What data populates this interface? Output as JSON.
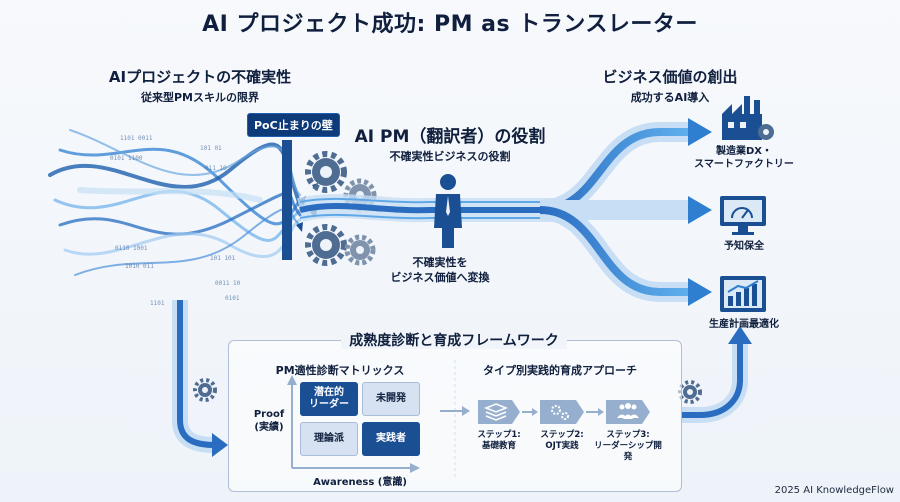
{
  "title": "AI プロジェクト成功: PM as トランスレーター",
  "left": {
    "heading": "AIプロジェクトの不確実性",
    "sub": "従来型PMスキルの限界"
  },
  "right": {
    "heading": "ビジネス価値の創出",
    "sub": "成功するAI導入"
  },
  "poc_wall": "PoC止まりの壁",
  "pm": {
    "title": "AI PM（翻訳者）の役割",
    "sub": "不確実性ビジネスの役割",
    "convert_line1": "不確実性を",
    "convert_line2": "ビジネス価値へ変換"
  },
  "outcomes": [
    {
      "line1": "製造業DX・",
      "line2": "スマートファクトリー",
      "icon": "factory-icon"
    },
    {
      "line1": "予知保全",
      "line2": "",
      "icon": "monitor-gauge-icon"
    },
    {
      "line1": "生産計画最適化",
      "line2": "",
      "icon": "bar-chart-icon"
    }
  ],
  "framework": {
    "title": "成熟度診断と育成フレームワーク",
    "matrix_title": "PM適性診断マトリックス",
    "approach_title": "タイプ別実践的育成アプローチ",
    "cells": {
      "top_left_1": "潜在的",
      "top_left_2": "リーダー",
      "top_right": "未開発",
      "bottom_left": "理論派",
      "bottom_right": "実践者"
    },
    "y_axis_1": "Proof",
    "y_axis_2": "(実績)",
    "x_axis": "Awareness (意識)",
    "steps": [
      {
        "line1": "ステップ1:",
        "line2": "基礎教育",
        "icon": "layers-icon"
      },
      {
        "line1": "ステップ2:",
        "line2": "OJT実践",
        "icon": "gears-icon"
      },
      {
        "line1": "ステップ3:",
        "line2": "リーダーシップ開発",
        "icon": "team-icon"
      }
    ]
  },
  "footer": "2025 AI KnowledgeFlow",
  "colors": {
    "navy": "#0f1f3d",
    "blue": "#1a4f94",
    "light": "#5fa8e8"
  }
}
